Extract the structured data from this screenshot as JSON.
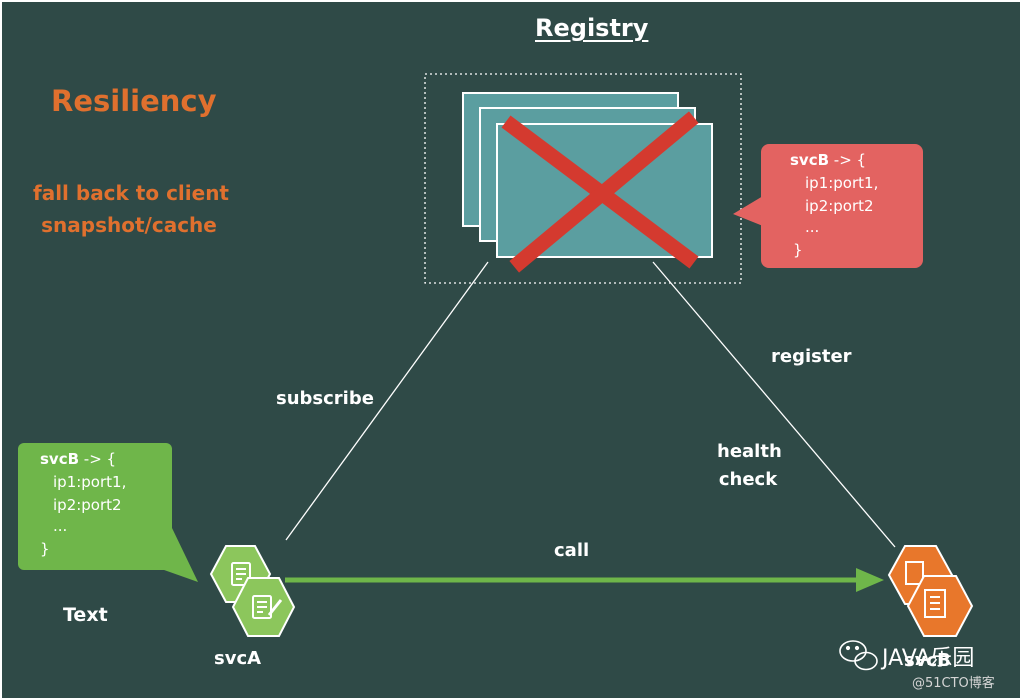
{
  "title": "Registry",
  "heading": "Resiliency",
  "fallback_lines": [
    "fall back to client",
    "snapshot/cache"
  ],
  "registry_bubble": {
    "head_key": "svcB",
    "head_rest": " -> {",
    "lines": [
      "ip1:port1,",
      "ip2:port2",
      "...",
      "}"
    ]
  },
  "client_bubble": {
    "head_key": "svcB",
    "head_rest": " -> {",
    "lines": [
      "ip1:port1,",
      "ip2:port2",
      "...",
      "}"
    ]
  },
  "labels": {
    "subscribe": "subscribe",
    "register": "register",
    "health_check": [
      "health",
      "check"
    ],
    "call": "call",
    "text": "Text",
    "svcA": "svcA",
    "svcB": "svcB"
  },
  "watermark": {
    "main": "JAVA乐园",
    "sub": "@51CTO博客"
  },
  "colors": {
    "background": "#2f4a47",
    "accent_orange": "#e0702e",
    "registry_bubble": "#e36361",
    "client_bubble": "#6fb64a",
    "arrow_green": "#6fb64a",
    "failure_red": "#d43a2f",
    "registry_card": "#5b9ea0",
    "svca_hex": "#8cc65c",
    "svcb_hex": "#e8772b"
  },
  "icons": {
    "registry_failed": "x-cross-icon",
    "svcA": "document-edit-icon",
    "svcB": "document-copy-icon",
    "watermark": "wechat-icon"
  }
}
